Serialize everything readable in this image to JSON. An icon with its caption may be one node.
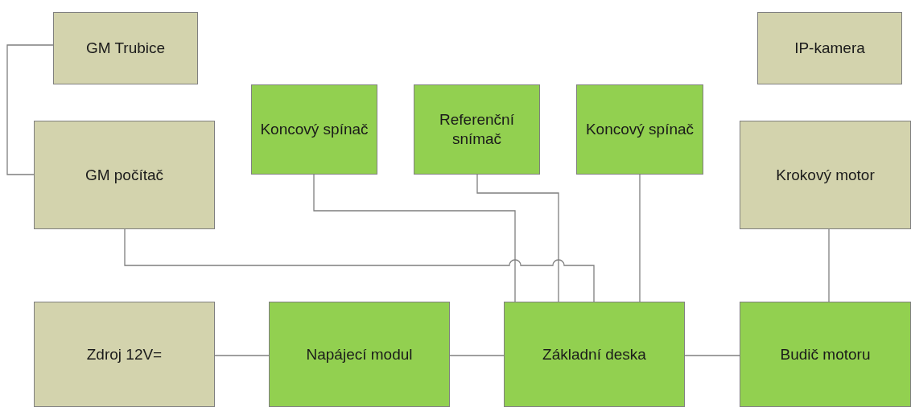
{
  "diagram": {
    "nodes": [
      {
        "text": [
          "GM Trubice"
        ]
      },
      {
        "text": [
          "GM počítač"
        ]
      },
      {
        "text": [
          "Koncový spínač"
        ]
      },
      {
        "text": [
          "Referenční snímač"
        ]
      },
      {
        "text": [
          "Koncový spínač"
        ]
      },
      {
        "text": [
          "IP-kamera"
        ]
      },
      {
        "text": [
          "Krokový motor"
        ]
      },
      {
        "text": [
          "Zdroj 12V="
        ]
      },
      {
        "text": [
          "Napájecí modul"
        ]
      },
      {
        "text": [
          "Základní deska"
        ]
      },
      {
        "text": [
          "Budič motoru"
        ]
      }
    ],
    "edges": [
      {
        "from": 0,
        "to": 1,
        "arrow": "none"
      },
      {
        "from": 1,
        "to": 9,
        "arrow": "none"
      },
      {
        "from": 2,
        "to": 9,
        "arrow": "none"
      },
      {
        "from": 3,
        "to": 9,
        "arrow": "none"
      },
      {
        "from": 4,
        "to": 9,
        "arrow": "none"
      },
      {
        "from": 6,
        "to": 10,
        "arrow": "none"
      },
      {
        "from": 7,
        "to": 8,
        "arrow": "none"
      },
      {
        "from": 8,
        "to": 9,
        "arrow": "none"
      },
      {
        "from": 9,
        "to": 10,
        "arrow": "none"
      }
    ]
  }
}
